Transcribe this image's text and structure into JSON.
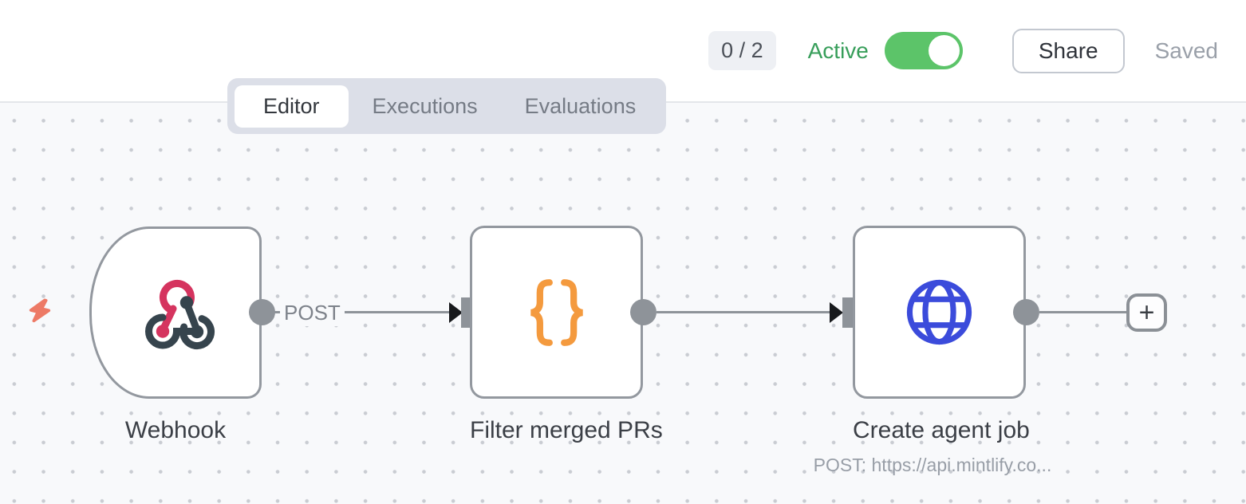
{
  "header": {
    "issue_count": "0 / 2",
    "active_label": "Active",
    "toggle_state": "on",
    "share_button": "Share",
    "save_status": "Saved"
  },
  "tabs": {
    "editor": "Editor",
    "executions": "Executions",
    "evaluations": "Evaluations",
    "active_tab": "Editor"
  },
  "workflow": {
    "nodes": [
      {
        "title": "Webhook",
        "icon": "webhook-icon",
        "shape": "trigger",
        "output_label": "POST"
      },
      {
        "title": "Filter merged PRs",
        "icon": "code-braces-icon",
        "shape": "square"
      },
      {
        "title": "Create agent job",
        "icon": "globe-icon",
        "shape": "square",
        "subtitle": "POST: https://api.mintlify.co..."
      }
    ],
    "add_node_label": "+"
  },
  "colors": {
    "toggle_on_green": "#5cc469",
    "active_text_green": "#379e5a",
    "webhook_pink": "#d5345f",
    "webhook_slate": "#36444d",
    "code_orange": "#f49a3e",
    "http_blue": "#3b4bdb",
    "trigger_bolt_coral": "#ed7a66",
    "node_border_gray": "#93989f",
    "canvas_bg": "#f8f9fb"
  }
}
